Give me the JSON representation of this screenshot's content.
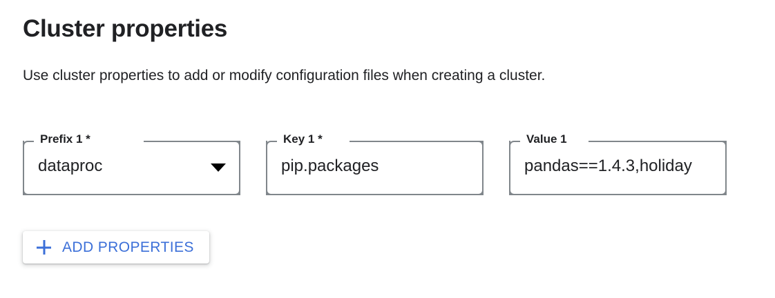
{
  "page": {
    "title": "Cluster properties",
    "description": "Use cluster properties to add or modify configuration files when creating a cluster."
  },
  "colors": {
    "accent_blue": "#3b6fd8",
    "text_primary": "#202124",
    "field_border": "#80868b",
    "background": "#ffffff"
  },
  "fields": [
    {
      "label": "Prefix 1 *",
      "value": "dataproc",
      "type": "select",
      "required": true,
      "icon": "chevron-down-icon"
    },
    {
      "label": "Key 1 *",
      "value": "pip.packages",
      "type": "text",
      "required": true
    },
    {
      "label": "Value 1",
      "value": "pandas==1.4.3,holiday",
      "type": "text",
      "required": false
    }
  ],
  "add_button": {
    "label": "ADD PROPERTIES",
    "icon": "plus-icon"
  }
}
